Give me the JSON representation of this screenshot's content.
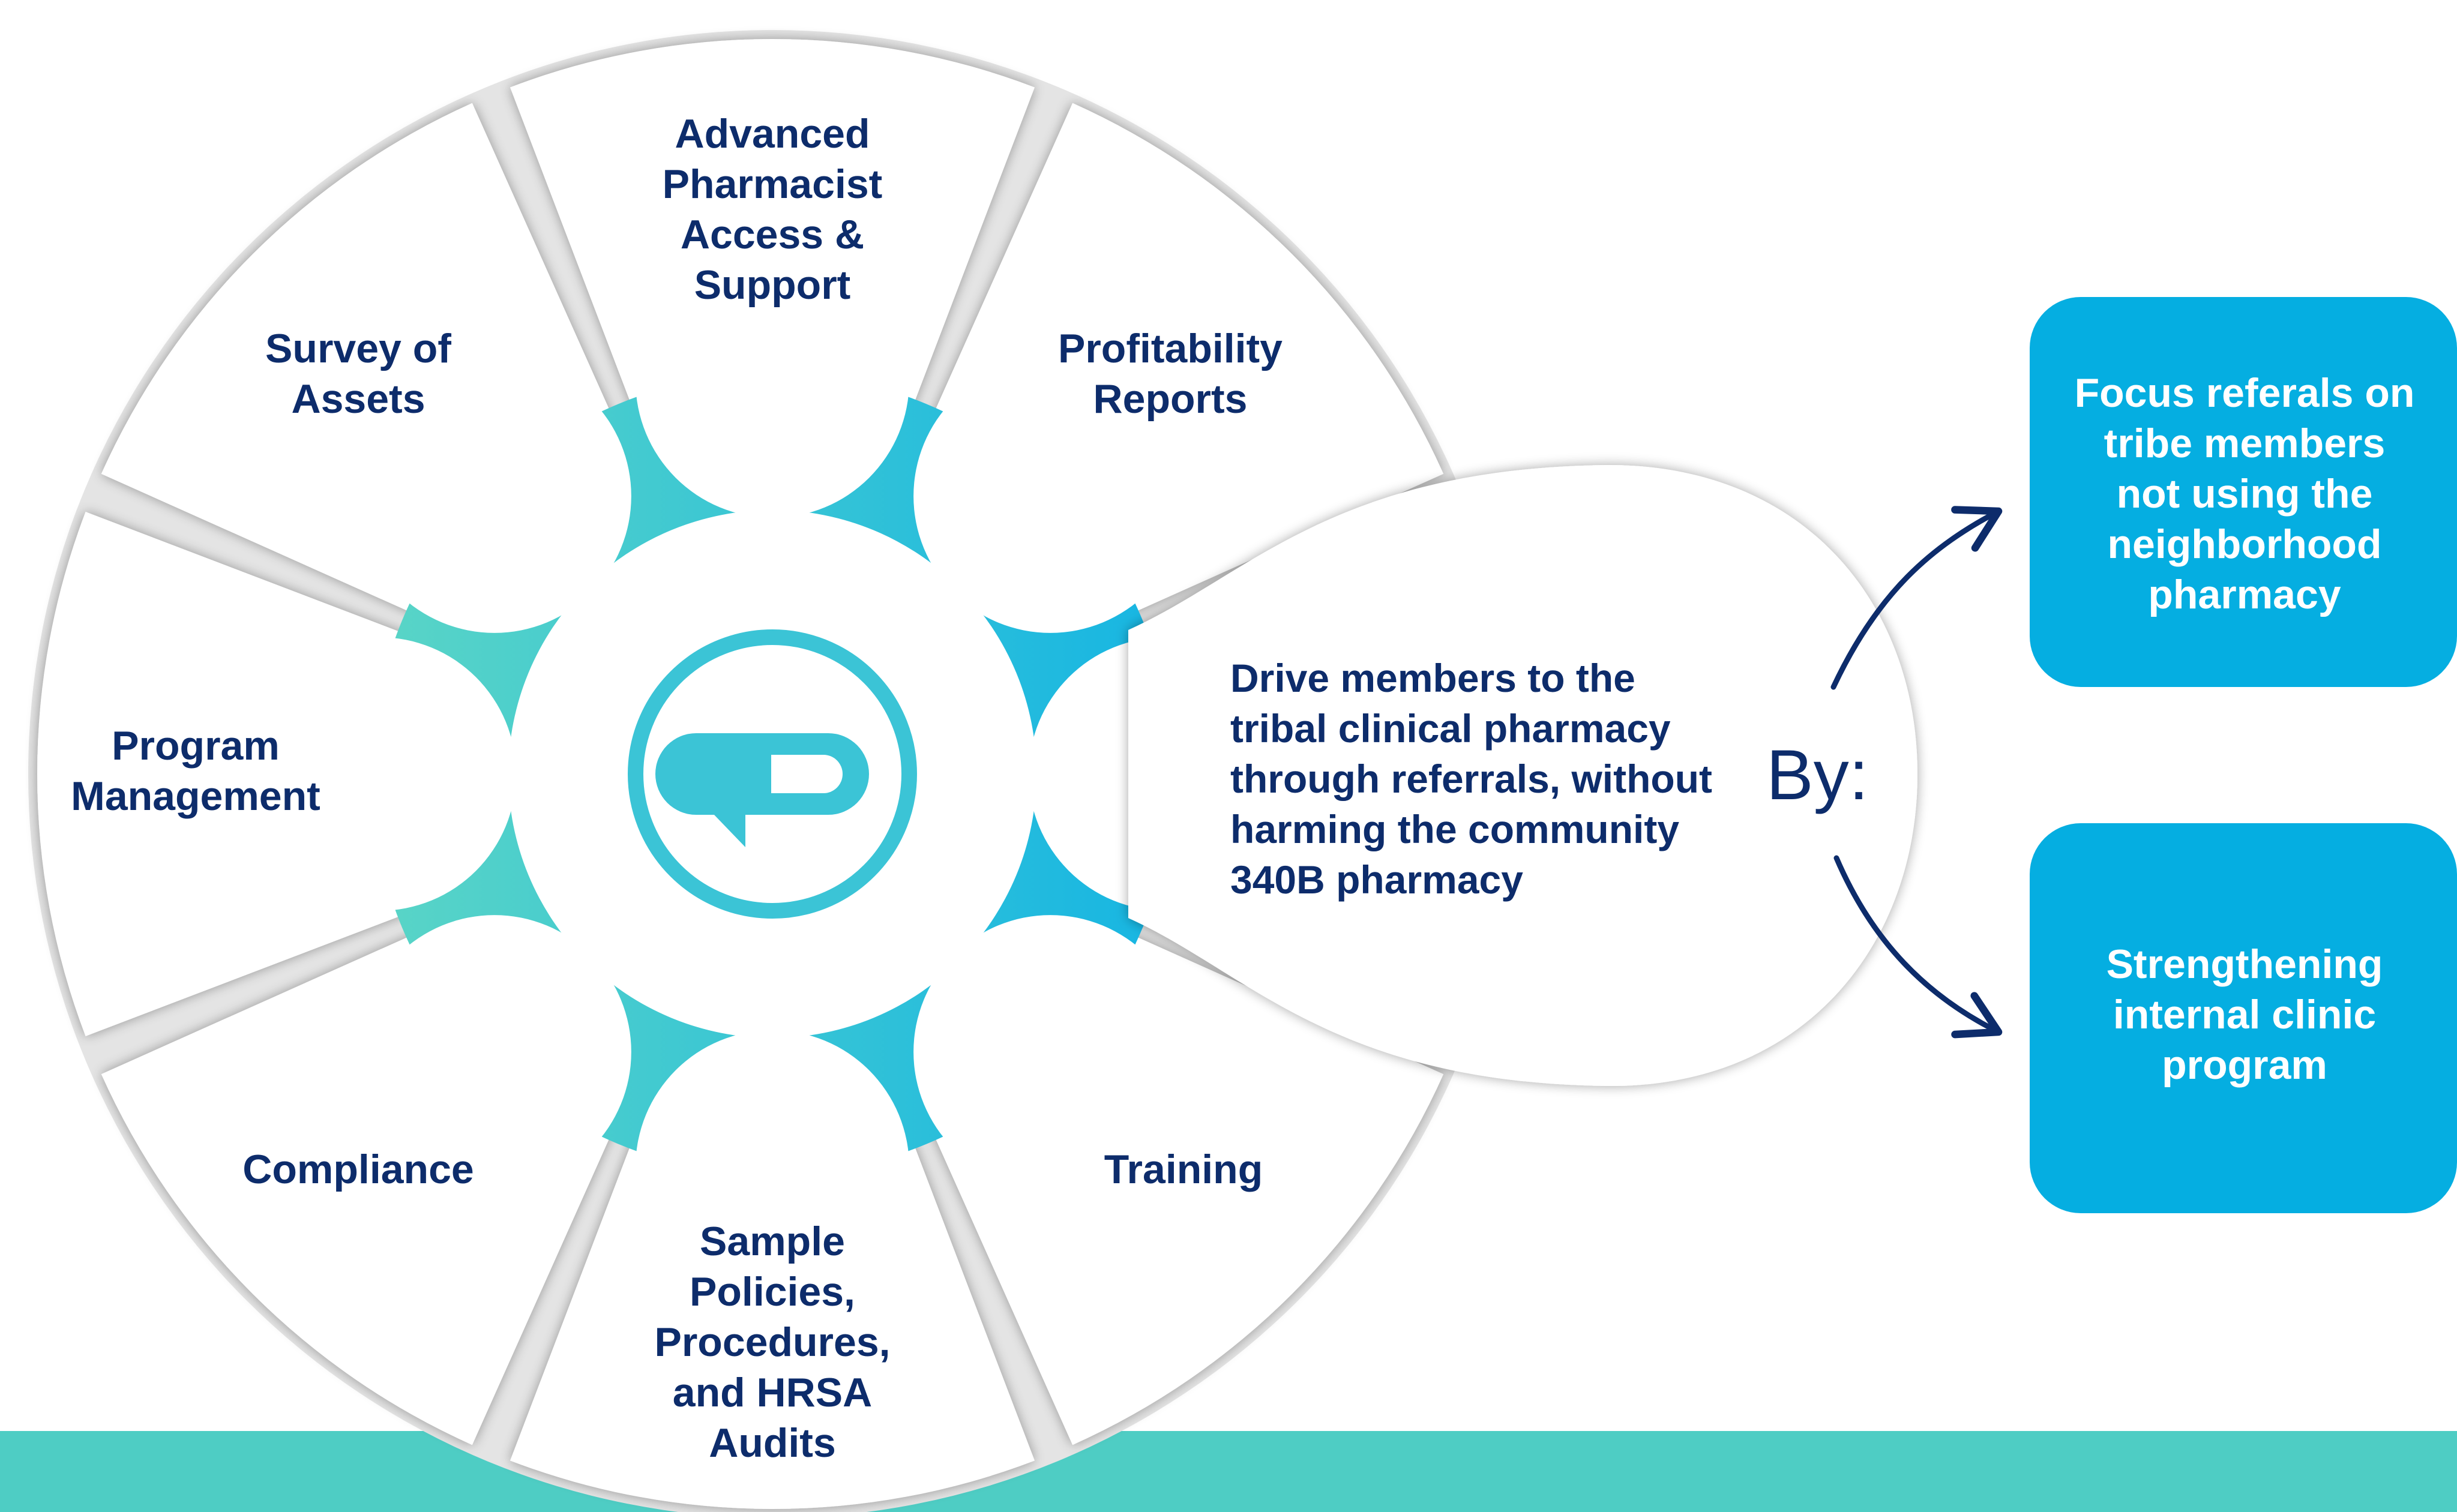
{
  "segments": [
    {
      "id": "advanced",
      "lines": [
        "Advanced",
        "Pharmacist",
        "Access &",
        "Support"
      ]
    },
    {
      "id": "profitability",
      "lines": [
        "Profitability",
        "Reports"
      ]
    },
    {
      "id": "training",
      "lines": [
        "Training"
      ]
    },
    {
      "id": "sample",
      "lines": [
        "Sample",
        "Policies,",
        "Procedures,",
        "and HRSA",
        "Audits"
      ]
    },
    {
      "id": "compliance",
      "lines": [
        "Compliance"
      ]
    },
    {
      "id": "program",
      "lines": [
        "Program",
        "Management"
      ]
    },
    {
      "id": "survey",
      "lines": [
        "Survey of",
        "Assets"
      ]
    }
  ],
  "center": {
    "lines": [
      "Drive members to the",
      "tribal clinical pharmacy",
      "through referrals, without",
      "harming the community",
      "340B pharmacy"
    ],
    "by_label": "By:"
  },
  "outcomes": [
    {
      "lines": [
        "Focus referals on",
        "tribe members",
        "not using the",
        "neighborhood",
        "pharmacy"
      ]
    },
    {
      "lines": [
        "Strengthening",
        "internal clinic",
        "program"
      ]
    }
  ],
  "icons": {
    "center": "pill-chat-icon"
  },
  "colors": {
    "navy": "#0d2c6b",
    "teal": "#4ecdc4",
    "cyan": "#1ab6e2",
    "box": "#05aee1",
    "band": "#4ecdc4"
  }
}
